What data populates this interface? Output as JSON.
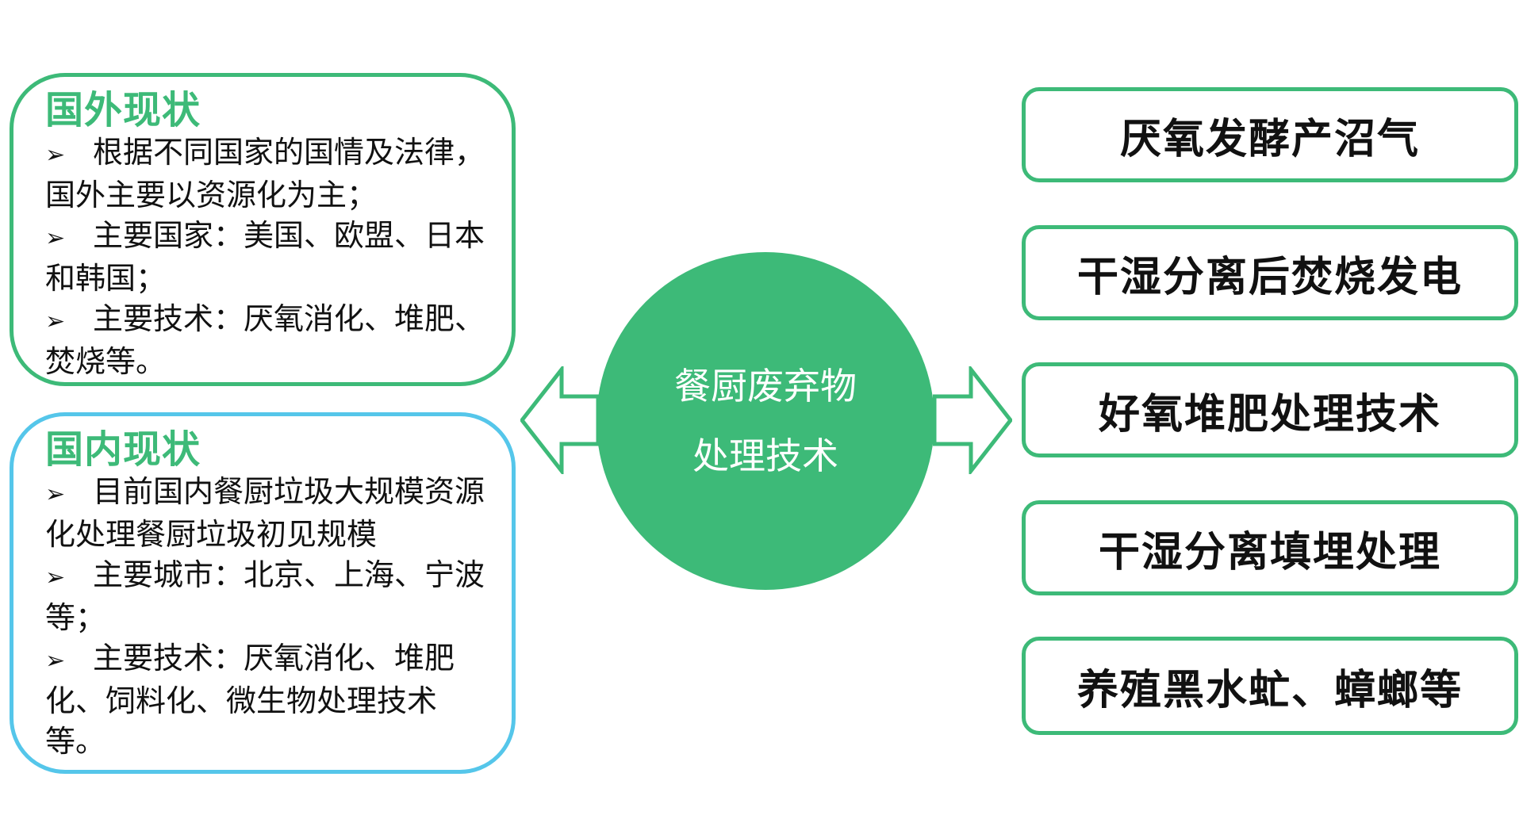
{
  "foreign": {
    "title": "国外现状",
    "bullet_symbol": "➢",
    "items": [
      "根据不同国家的国情及法律，国外主要以资源化为主；",
      "主要国家：美国、欧盟、日本和韩国；",
      "主要技术：厌氧消化、堆肥、焚烧等。"
    ]
  },
  "domestic": {
    "title": "国内现状",
    "bullet_symbol": "➢",
    "items": [
      "目前国内餐厨垃圾大规模资源化处理餐厨垃圾初见规模",
      "主要城市：北京、上海、宁波等；",
      "主要技术：厌氧消化、堆肥化、饲料化、微生物处理技术等。"
    ]
  },
  "hub": {
    "line1": "餐厨废弃物",
    "line2": "处理技术"
  },
  "technologies": [
    "厌氧发酵产沼气",
    "干湿分离后焚烧发电",
    "好氧堆肥处理技术",
    "干湿分离填埋处理",
    "养殖黑水虻、蟑螂等"
  ],
  "colors": {
    "green": "#3dba78",
    "blue": "#55c6ea"
  }
}
